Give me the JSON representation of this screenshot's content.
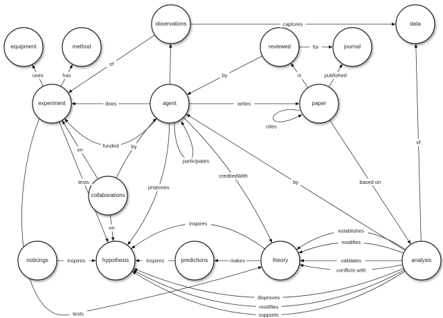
{
  "diagram": {
    "type": "concept-map",
    "nodes": [
      {
        "id": "observations",
        "label": "observations"
      },
      {
        "id": "data",
        "label": "data"
      },
      {
        "id": "equipment",
        "label": "equipment"
      },
      {
        "id": "method",
        "label": "method"
      },
      {
        "id": "reviewed",
        "label": "reviewed"
      },
      {
        "id": "journal",
        "label": "journal"
      },
      {
        "id": "experiment",
        "label": "experiment"
      },
      {
        "id": "agent",
        "label": "agent"
      },
      {
        "id": "paper",
        "label": "paper"
      },
      {
        "id": "collaborations",
        "label": "collaborations"
      },
      {
        "id": "noticings",
        "label": "noticings"
      },
      {
        "id": "hypothesis",
        "label": "hypothesis"
      },
      {
        "id": "predictions",
        "label": "predictions"
      },
      {
        "id": "theory",
        "label": "theory"
      },
      {
        "id": "analysis",
        "label": "analysis"
      }
    ],
    "edges": [
      {
        "from": "observations",
        "to": "data",
        "label": "captures"
      },
      {
        "from": "observations",
        "to": "experiment",
        "label": "of"
      },
      {
        "from": "agent",
        "to": "observations",
        "label": ""
      },
      {
        "from": "experiment",
        "to": "equipment",
        "label": "uses"
      },
      {
        "from": "experiment",
        "to": "method",
        "label": "has"
      },
      {
        "from": "agent",
        "to": "experiment",
        "label": "does"
      },
      {
        "from": "reviewed",
        "to": "agent",
        "label": "by"
      },
      {
        "from": "reviewed",
        "to": "journal",
        "label": "for"
      },
      {
        "from": "paper",
        "to": "reviewed",
        "label": "is"
      },
      {
        "from": "paper",
        "to": "journal",
        "label": "published"
      },
      {
        "from": "agent",
        "to": "paper",
        "label": "writes"
      },
      {
        "from": "paper",
        "to": "paper",
        "label": "cites"
      },
      {
        "from": "agent",
        "to": "experiment",
        "label": "funded"
      },
      {
        "from": "collaborations",
        "to": "experiment",
        "label": "on"
      },
      {
        "from": "collaborations",
        "to": "agent",
        "label": "by"
      },
      {
        "from": "collaborations",
        "to": "hypothesis",
        "label": "on"
      },
      {
        "from": "agent",
        "to": "agent",
        "label": "participates"
      },
      {
        "from": "agent",
        "to": "hypothesis",
        "label": "proposes"
      },
      {
        "from": "agent",
        "to": "theory",
        "label": "creditedWith"
      },
      {
        "from": "analysis",
        "to": "agent",
        "label": "by"
      },
      {
        "from": "paper",
        "to": "analysis",
        "label": "based on"
      },
      {
        "from": "analysis",
        "to": "data",
        "label": "of"
      },
      {
        "from": "experiment",
        "to": "hypothesis",
        "label": "tests"
      },
      {
        "from": "experiment",
        "to": "theory",
        "label": "tests"
      },
      {
        "from": "noticings",
        "to": "hypothesis",
        "label": "inspires"
      },
      {
        "from": "predictions",
        "to": "hypothesis",
        "label": "inspires"
      },
      {
        "from": "theory",
        "to": "predictions",
        "label": "makes"
      },
      {
        "from": "theory",
        "to": "hypothesis",
        "label": "inspires"
      },
      {
        "from": "analysis",
        "to": "theory",
        "label": "establishes"
      },
      {
        "from": "analysis",
        "to": "theory",
        "label": "modifies"
      },
      {
        "from": "analysis",
        "to": "theory",
        "label": "validates"
      },
      {
        "from": "analysis",
        "to": "theory",
        "label": "conflicts with"
      },
      {
        "from": "analysis",
        "to": "hypothesis",
        "label": "disproves"
      },
      {
        "from": "analysis",
        "to": "hypothesis",
        "label": "modifies"
      },
      {
        "from": "analysis",
        "to": "hypothesis",
        "label": "supports"
      }
    ]
  }
}
